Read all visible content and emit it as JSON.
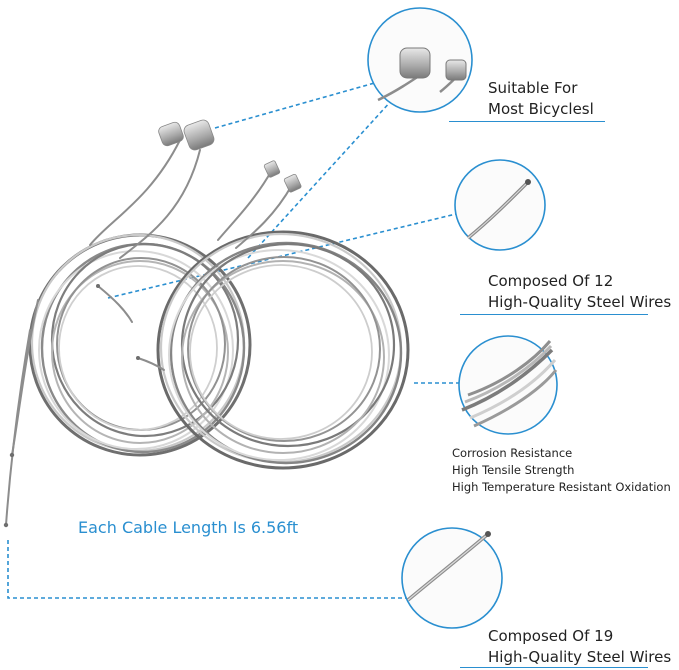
{
  "accent_color": "#2a8fd0",
  "product": "bicycle-brake-cable-set",
  "callouts": [
    {
      "lines": [
        "Suitable For",
        "Most Bicyclesl"
      ],
      "icon": "cable-end-closeup"
    },
    {
      "lines": [
        "Composed Of 12",
        "High-Quality Steel Wires"
      ],
      "icon": "cable-tip-closeup"
    },
    {
      "lines": [
        "Corrosion Resistance",
        "High Tensile Strength",
        "High Temperature Resistant Oxidation"
      ],
      "icon": "coil-closeup"
    },
    {
      "lines": [
        "Composed Of 19",
        "High-Quality Steel Wires"
      ],
      "icon": "cable-tip-closeup"
    }
  ],
  "length_note": "Each Cable Length Is 6.56ft"
}
